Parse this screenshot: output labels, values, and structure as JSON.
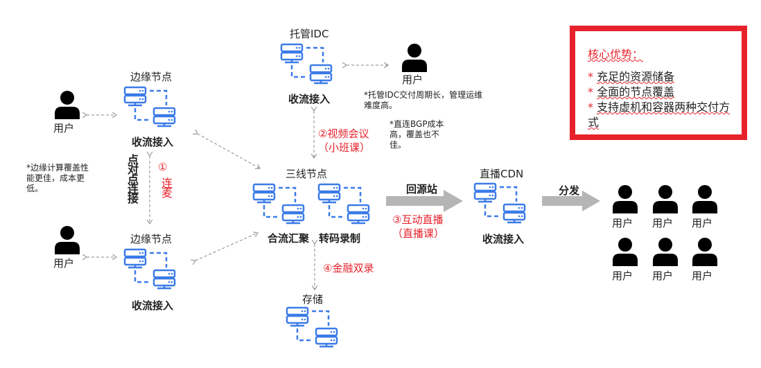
{
  "nodes": {
    "idc": {
      "title": "托管IDC",
      "caption": "收流接入"
    },
    "edge_top": {
      "title": "边缘节点",
      "caption": "收流接入"
    },
    "edge_bottom": {
      "title": "边缘节点",
      "caption": "收流接入"
    },
    "core": {
      "title": "三线节点",
      "caption_left": "合流汇聚",
      "caption_right": "转码录制"
    },
    "cdn": {
      "title": "直播CDN",
      "caption": "收流接入"
    },
    "storage": {
      "title": "存储"
    }
  },
  "users": {
    "label": "用户",
    "idc_user": "用户",
    "edge_top_user": "用户",
    "edge_bottom_user": "用户",
    "audience": [
      "用户",
      "用户",
      "用户",
      "用户",
      "用户",
      "用户"
    ]
  },
  "notes": {
    "idc": "*托管IDC交付周期长，管理运维难度高。",
    "bgp": "*直连BGP成本高，覆盖也不佳。",
    "edge": "*边缘计算覆盖性能更佳，成本更低。"
  },
  "links": {
    "p2p": "点对点连接",
    "scenario1_num": "①",
    "scenario1": "连麦",
    "scenario2_line1": "②视频会议",
    "scenario2_line2": "（小班课）",
    "scenario3_line1": "③互动直播",
    "scenario3_line2": "（直播课）",
    "scenario4": "④金融双录",
    "origin": "回源站",
    "distribute": "分发"
  },
  "advantages": {
    "title": "核心优势：",
    "items": [
      {
        "star": "*",
        "text": "充足的资源储备"
      },
      {
        "star": "*",
        "text": "全面的节点覆盖"
      },
      {
        "star": "*",
        "text": "支持虚机和容器两种交付方式"
      }
    ]
  },
  "colors": {
    "server_blue": "#3b7be8",
    "accent_red": "#e8222b",
    "arrow_gray": "#b5b5b5"
  }
}
